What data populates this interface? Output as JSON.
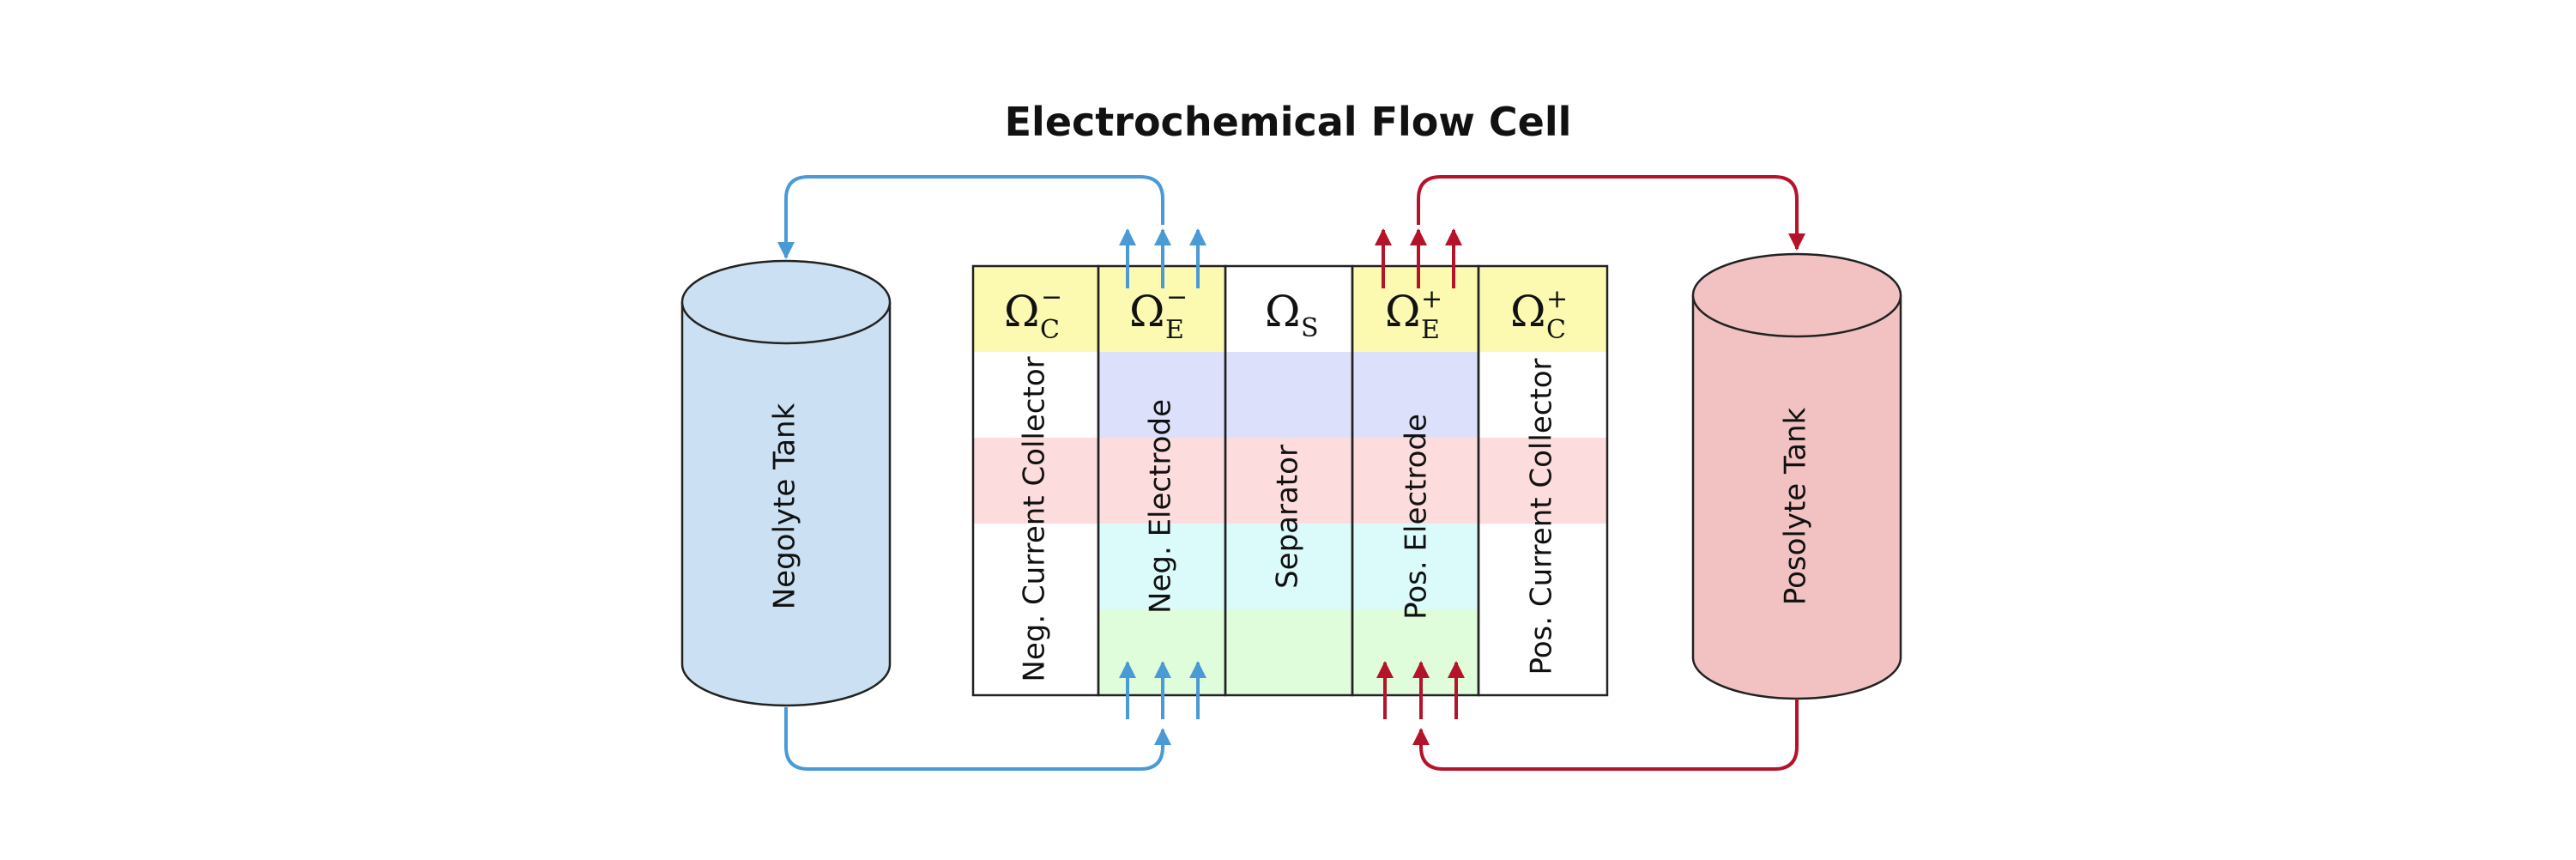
{
  "title": "Electrochemical Flow Cell",
  "colors": {
    "negolyte": "#4a9ad6",
    "posolyte": "#b5132a",
    "negolyte_tank_fill": "#cce0f3",
    "posolyte_tank_fill": "#f2c2c3",
    "header_yellow": "#fbfab0",
    "band_lavender": "#dde0fb",
    "band_pink": "#fcdcdc",
    "band_cyan": "#dbfbfb",
    "band_green": "#dffcdb"
  },
  "tanks": {
    "negolyte": {
      "label": "Negolyte Tank"
    },
    "posolyte": {
      "label": "Posolyte Tank"
    }
  },
  "layers": [
    {
      "header": "Ω",
      "sub": "C",
      "sup": "−",
      "label": "Neg. Current Collector"
    },
    {
      "header": "Ω",
      "sub": "E",
      "sup": "−",
      "label": "Neg. Electrode"
    },
    {
      "header": "Ω",
      "sub": "S",
      "sup": "",
      "label": "Separator"
    },
    {
      "header": "Ω",
      "sub": "E",
      "sup": "+",
      "label": "Pos. Electrode"
    },
    {
      "header": "Ω",
      "sub": "C",
      "sup": "+",
      "label": "Pos. Current Collector"
    }
  ]
}
